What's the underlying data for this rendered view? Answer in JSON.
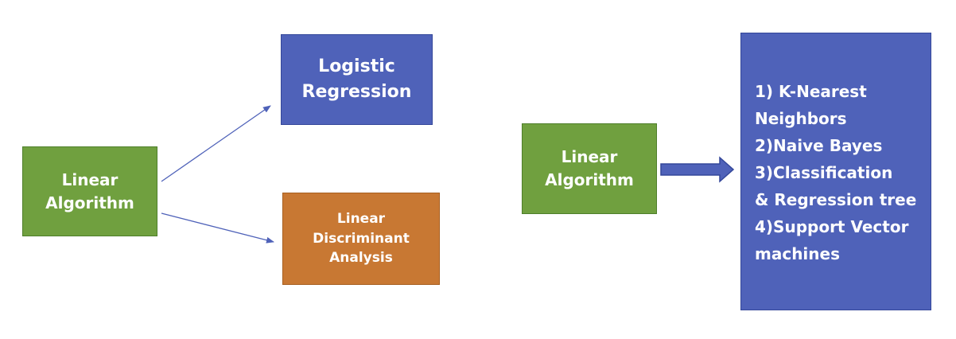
{
  "diagram": {
    "left": {
      "source_label": "Linear\nAlgorithm",
      "targets": [
        {
          "label": "Logistic\nRegression",
          "color": "#4f62b9"
        },
        {
          "label": "Linear\nDiscriminant\nAnalysis",
          "color": "#c87833"
        }
      ],
      "source_color": "#70a03f"
    },
    "right": {
      "source_label": "Linear\nAlgorithm",
      "source_color": "#70a03f",
      "list_color": "#4f62b9",
      "list_items": [
        "1) K-Nearest\nNeighbors",
        "2)Naive Bayes",
        "3)Classification\n& Regression tree",
        "4)Support Vector\nmachines"
      ]
    },
    "arrow_color": "#4f62b9"
  }
}
